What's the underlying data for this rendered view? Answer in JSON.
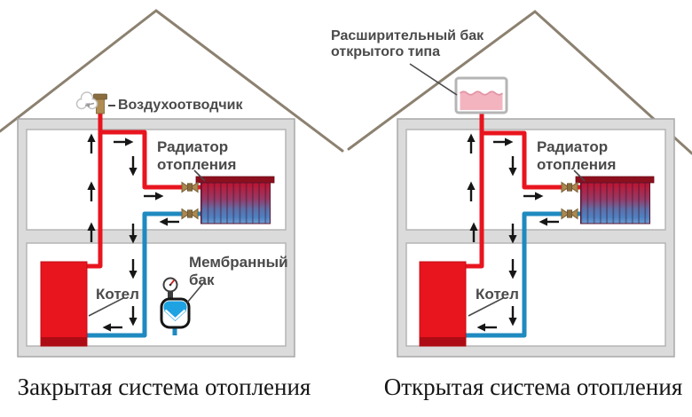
{
  "left_system": {
    "caption": "Закрытая система отопления",
    "air_vent_label": "Воздухоотводчик",
    "radiator_label": "Радиатор отопления",
    "membrane_tank_label": "Мембранный бак",
    "boiler_label": "Котел"
  },
  "right_system": {
    "caption": "Открытая система отопления",
    "expansion_tank_label": "Расширительный бак открытого типа",
    "radiator_label": "Радиатор отопления",
    "boiler_label": "Котел"
  },
  "icons": {
    "steam_cloud": "steam-cloud-icon",
    "air_vent": "air-vent-valve-icon",
    "pressure_gauge": "pressure-gauge-icon",
    "radiator_valve": "radiator-valve-icon"
  },
  "colors": {
    "hot_pipe": "#e8151f",
    "return_pipe": "#1f8ac0",
    "wall_fill": "#dbdbdb",
    "roof": "#8c8170",
    "label_text": "#4a4a4a",
    "brass": "#ab8851",
    "expansion_liquid": "#f3b4c0",
    "membrane_blue": "#1ea2e2",
    "boiler_red": "#e8141e"
  }
}
